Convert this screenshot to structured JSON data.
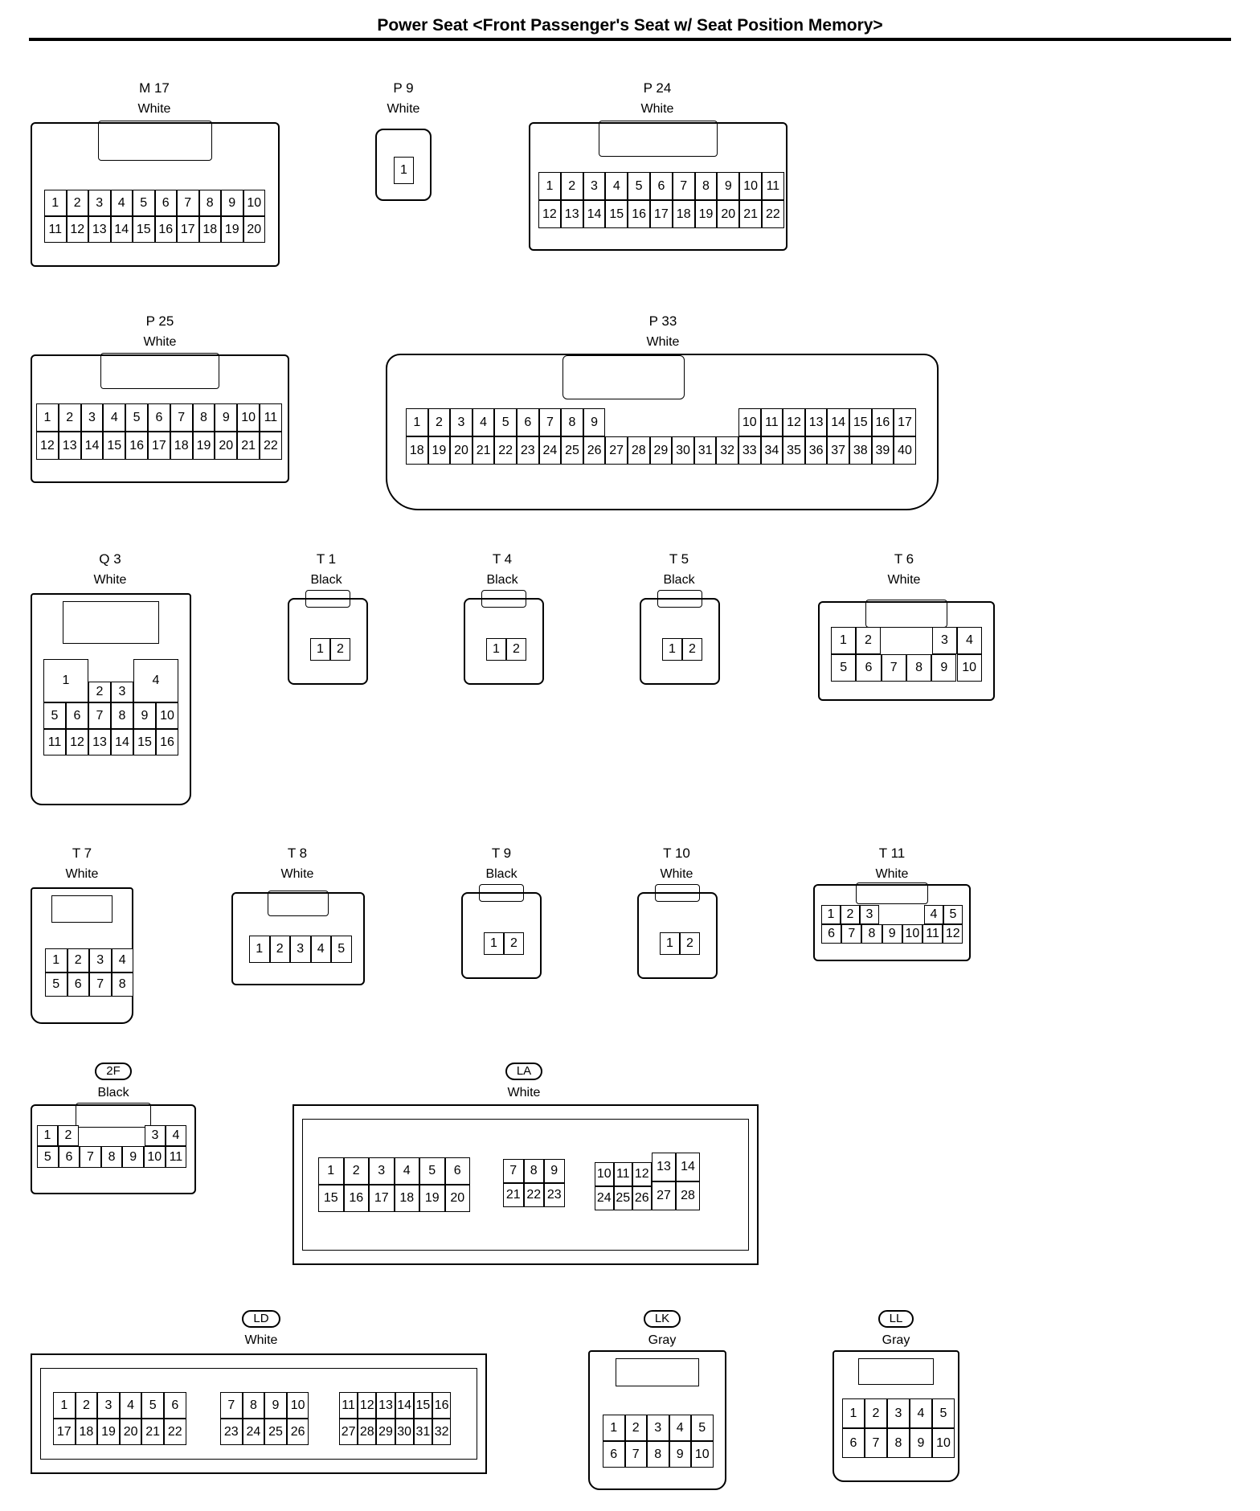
{
  "title": "Power Seat <Front Passenger's Seat w/ Seat Position Memory>",
  "connectors": [
    {
      "key": "M17",
      "id": "M 17",
      "color": "White",
      "pins": [
        "1",
        "2",
        "3",
        "4",
        "5",
        "6",
        "7",
        "8",
        "9",
        "10",
        "11",
        "12",
        "13",
        "14",
        "15",
        "16",
        "17",
        "18",
        "19",
        "20"
      ]
    },
    {
      "key": "P9",
      "id": "P 9",
      "color": "White",
      "pins": [
        "1"
      ]
    },
    {
      "key": "P24",
      "id": "P 24",
      "color": "White",
      "pins": [
        "1",
        "2",
        "3",
        "4",
        "5",
        "6",
        "7",
        "8",
        "9",
        "10",
        "11",
        "12",
        "13",
        "14",
        "15",
        "16",
        "17",
        "18",
        "19",
        "20",
        "21",
        "22"
      ]
    },
    {
      "key": "P25",
      "id": "P 25",
      "color": "White",
      "pins": [
        "1",
        "2",
        "3",
        "4",
        "5",
        "6",
        "7",
        "8",
        "9",
        "10",
        "11",
        "12",
        "13",
        "14",
        "15",
        "16",
        "17",
        "18",
        "19",
        "20",
        "21",
        "22"
      ]
    },
    {
      "key": "P33",
      "id": "P 33",
      "color": "White",
      "pins": [
        "1",
        "2",
        "3",
        "4",
        "5",
        "6",
        "7",
        "8",
        "9",
        "10",
        "11",
        "12",
        "13",
        "14",
        "15",
        "16",
        "17",
        "18",
        "19",
        "20",
        "21",
        "22",
        "23",
        "24",
        "25",
        "26",
        "27",
        "28",
        "29",
        "30",
        "31",
        "32",
        "33",
        "34",
        "35",
        "36",
        "37",
        "38",
        "39",
        "40"
      ]
    },
    {
      "key": "Q3",
      "id": "Q 3",
      "color": "White",
      "pins": [
        "1",
        "2",
        "3",
        "4",
        "5",
        "6",
        "7",
        "8",
        "9",
        "10",
        "11",
        "12",
        "13",
        "14",
        "15",
        "16"
      ]
    },
    {
      "key": "T1",
      "id": "T 1",
      "color": "Black",
      "pins": [
        "1",
        "2"
      ]
    },
    {
      "key": "T4",
      "id": "T 4",
      "color": "Black",
      "pins": [
        "1",
        "2"
      ]
    },
    {
      "key": "T5",
      "id": "T 5",
      "color": "Black",
      "pins": [
        "1",
        "2"
      ]
    },
    {
      "key": "T6",
      "id": "T 6",
      "color": "White",
      "pins": [
        "1",
        "2",
        "3",
        "4",
        "5",
        "6",
        "7",
        "8",
        "9",
        "10"
      ]
    },
    {
      "key": "T7",
      "id": "T 7",
      "color": "White",
      "pins": [
        "1",
        "2",
        "3",
        "4",
        "5",
        "6",
        "7",
        "8"
      ]
    },
    {
      "key": "T8",
      "id": "T 8",
      "color": "White",
      "pins": [
        "1",
        "2",
        "3",
        "4",
        "5"
      ]
    },
    {
      "key": "T9",
      "id": "T 9",
      "color": "Black",
      "pins": [
        "1",
        "2"
      ]
    },
    {
      "key": "T10",
      "id": "T 10",
      "color": "White",
      "pins": [
        "1",
        "2"
      ]
    },
    {
      "key": "T11",
      "id": "T 11",
      "color": "White",
      "pins": [
        "1",
        "2",
        "3",
        "4",
        "5",
        "6",
        "7",
        "8",
        "9",
        "10",
        "11",
        "12"
      ]
    },
    {
      "key": "2F",
      "id": "2F",
      "color": "Black",
      "oval": true,
      "pins": [
        "1",
        "2",
        "3",
        "4",
        "5",
        "6",
        "7",
        "8",
        "9",
        "10",
        "11"
      ]
    },
    {
      "key": "LA",
      "id": "LA",
      "color": "White",
      "oval": true,
      "pins": [
        "1",
        "2",
        "3",
        "4",
        "5",
        "6",
        "7",
        "8",
        "9",
        "10",
        "11",
        "12",
        "13",
        "14",
        "15",
        "16",
        "17",
        "18",
        "19",
        "20",
        "21",
        "22",
        "23",
        "24",
        "25",
        "26",
        "27",
        "28"
      ]
    },
    {
      "key": "LD",
      "id": "LD",
      "color": "White",
      "oval": true,
      "pins": [
        "1",
        "2",
        "3",
        "4",
        "5",
        "6",
        "7",
        "8",
        "9",
        "10",
        "11",
        "12",
        "13",
        "14",
        "15",
        "16",
        "17",
        "18",
        "19",
        "20",
        "21",
        "22",
        "23",
        "24",
        "25",
        "26",
        "27",
        "28",
        "29",
        "30",
        "31",
        "32"
      ]
    },
    {
      "key": "LK",
      "id": "LK",
      "color": "Gray",
      "oval": true,
      "pins": [
        "1",
        "2",
        "3",
        "4",
        "5",
        "6",
        "7",
        "8",
        "9",
        "10"
      ]
    },
    {
      "key": "LL",
      "id": "LL",
      "color": "Gray",
      "oval": true,
      "pins": [
        "1",
        "2",
        "3",
        "4",
        "5",
        "6",
        "7",
        "8",
        "9",
        "10"
      ]
    }
  ]
}
